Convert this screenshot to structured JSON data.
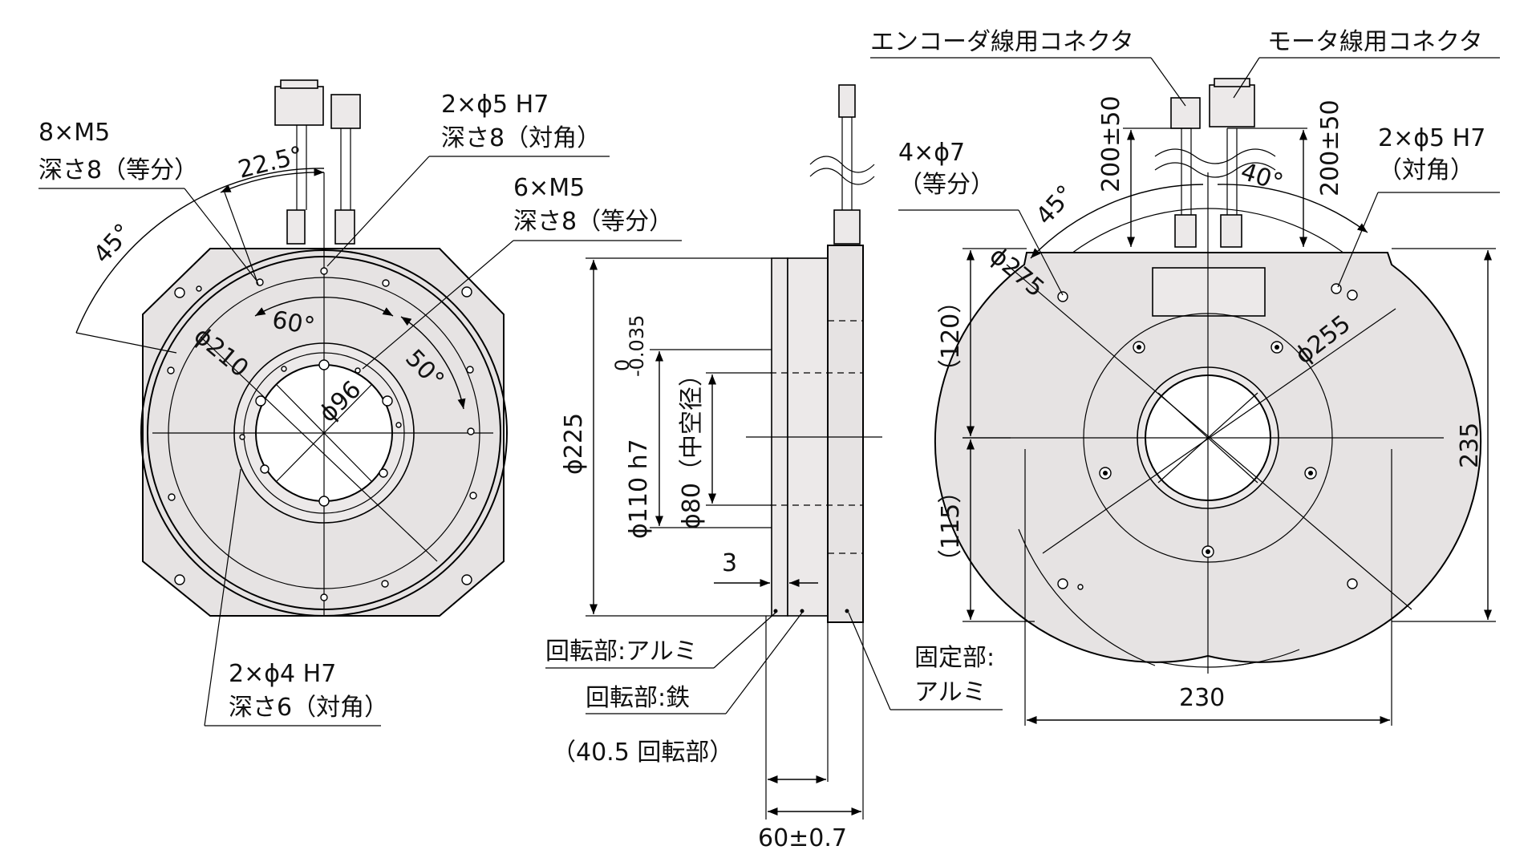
{
  "front_view": {
    "label_8xM5": "8×M5",
    "label_8xM5_depth": "深さ8（等分）",
    "angle_22_5": "22.5°",
    "angle_45": "45°",
    "label_2xphi5": "2×ϕ5 H7",
    "label_2xphi5_depth": "深さ8（対角）",
    "label_6xM5": "6×M5",
    "label_6xM5_depth": "深さ8（等分）",
    "angle_60": "60°",
    "angle_50": "50°",
    "dia_210": "ϕ210",
    "dia_96": "ϕ96",
    "label_2xphi4": "2×ϕ4 H7",
    "label_2xphi4_depth": "深さ6（対角）"
  },
  "side_view": {
    "dia_225": "ϕ225",
    "dia_110": "ϕ110 h7",
    "tol_110_upper": "0",
    "tol_110_lower": "-0.035",
    "dia_80": "ϕ80（中空径）",
    "dim_3": "3",
    "rotor_aluminum": "回転部:アルミ",
    "rotor_iron": "回転部:鉄",
    "stator_line1": "固定部:",
    "stator_line2": "アルミ",
    "dim_40_5": "（40.5 回転部）",
    "dim_60": "60±0.7"
  },
  "rear_view": {
    "encoder_connector": "エンコーダ線用コネクタ",
    "motor_connector": "モータ線用コネクタ",
    "dim_200_left": "200±50",
    "dim_200_right": "200±50",
    "label_4xphi7": "4×ϕ7",
    "label_4xphi7_sub": "（等分）",
    "angle_45": "45°",
    "angle_40": "40°",
    "label_2xphi5": "2×ϕ5 H7",
    "label_2xphi5_sub": "（対角）",
    "dia_275": "ϕ275",
    "dia_255": "ϕ255",
    "dim_120": "（120）",
    "dim_115": "（115）",
    "dim_235": "235",
    "dim_230": "230"
  }
}
